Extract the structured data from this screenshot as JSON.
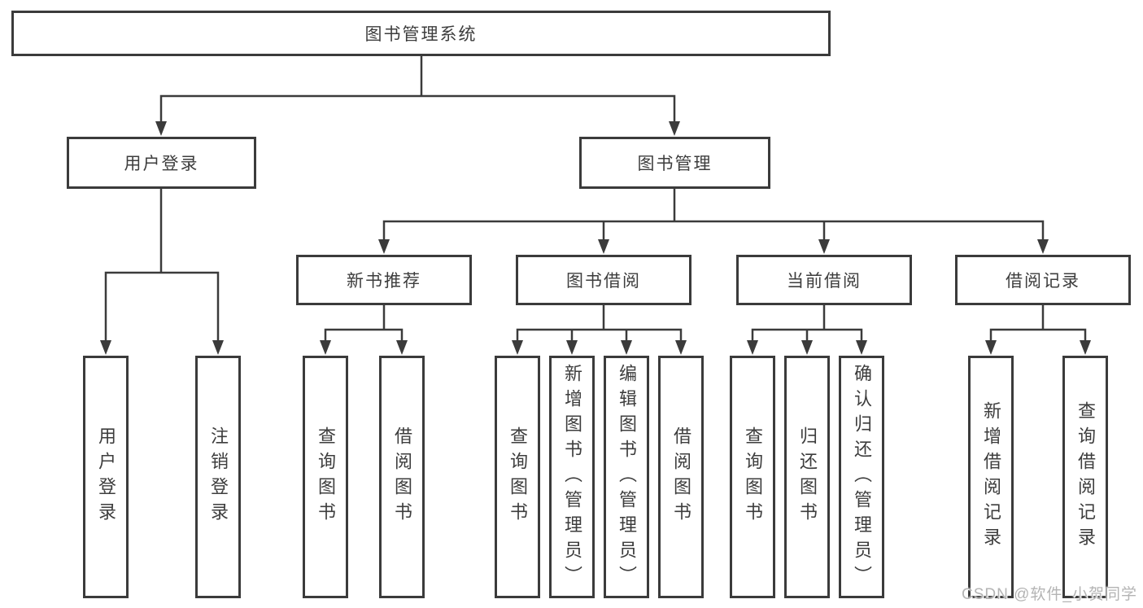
{
  "diagram": {
    "root": {
      "label": "图书管理系统"
    },
    "level2": [
      {
        "label": "用户登录"
      },
      {
        "label": "图书管理"
      }
    ],
    "level3": [
      {
        "label": "新书推荐"
      },
      {
        "label": "图书借阅"
      },
      {
        "label": "当前借阅"
      },
      {
        "label": "借阅记录"
      }
    ],
    "leaves": {
      "user_login": [
        "用户登录",
        "注销登录"
      ],
      "new_book_recommend": [
        "查询图书",
        "借阅图书"
      ],
      "book_borrow": [
        "查询图书",
        "新增图书（管理员）",
        "编辑图书（管理员）",
        "借阅图书"
      ],
      "current_borrow": [
        "查询图书",
        "归还图书",
        "确认归还（管理员）"
      ],
      "borrow_record": [
        "新增借阅记录",
        "查询借阅记录"
      ]
    }
  },
  "watermark": {
    "text": "CSDN @软件_小贺同学"
  },
  "colors": {
    "line": "#3b3b3b",
    "text": "#3d3d3d",
    "watermark_gray": "#b4b4b4",
    "background": "#ffffff"
  }
}
